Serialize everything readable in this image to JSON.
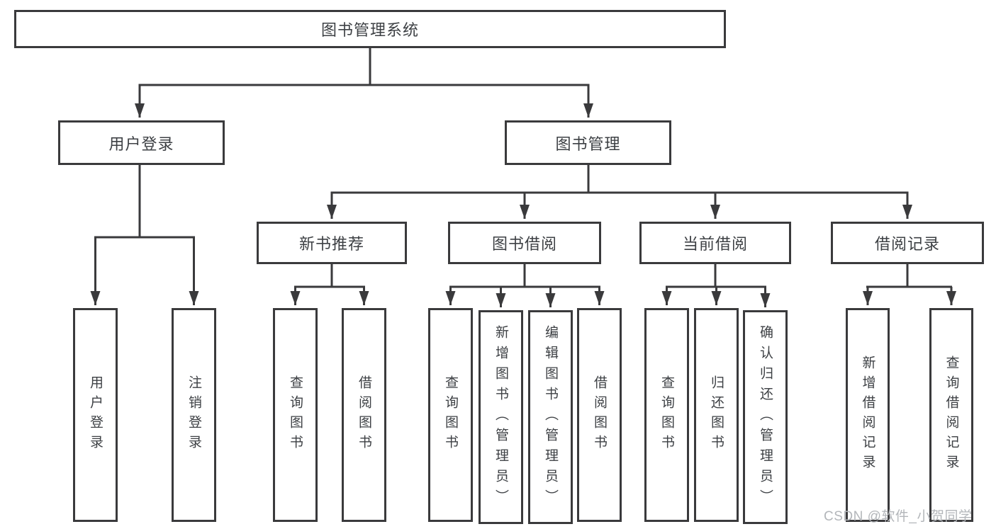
{
  "colors": {
    "background": "#ffffff",
    "node_border": "#3a3a3c",
    "node_text": "#3d4044",
    "connector": "#3a3a3c",
    "watermark_text": "#b3b6ba"
  },
  "watermark": {
    "text": "CSDN @软件_小贺同学"
  },
  "nodes": {
    "root": "图书管理系统",
    "level2": [
      "用户登录",
      "图书管理"
    ],
    "level3": [
      "新书推荐",
      "图书借阅",
      "当前借阅",
      "借阅记录"
    ],
    "leaves": [
      "用户登录",
      "注销登录",
      "查询图书",
      "借阅图书",
      "查询图书",
      "新增图书（管理员）",
      "编辑图书（管理员）",
      "借阅图书",
      "查询图书",
      "归还图书",
      "确认归还（管理员）",
      "新增借阅记录",
      "查询借阅记录"
    ]
  },
  "hierarchy": {
    "label": "图书管理系统",
    "children": [
      {
        "label": "用户登录",
        "children": [
          {
            "label": "用户登录"
          },
          {
            "label": "注销登录"
          }
        ]
      },
      {
        "label": "图书管理",
        "children": [
          {
            "label": "新书推荐",
            "children": [
              {
                "label": "查询图书"
              },
              {
                "label": "借阅图书"
              }
            ]
          },
          {
            "label": "图书借阅",
            "children": [
              {
                "label": "查询图书"
              },
              {
                "label": "新增图书（管理员）"
              },
              {
                "label": "编辑图书（管理员）"
              },
              {
                "label": "借阅图书"
              }
            ]
          },
          {
            "label": "当前借阅",
            "children": [
              {
                "label": "查询图书"
              },
              {
                "label": "归还图书"
              },
              {
                "label": "确认归还（管理员）"
              }
            ]
          },
          {
            "label": "借阅记录",
            "children": [
              {
                "label": "新增借阅记录"
              },
              {
                "label": "查询借阅记录"
              }
            ]
          }
        ]
      }
    ]
  }
}
